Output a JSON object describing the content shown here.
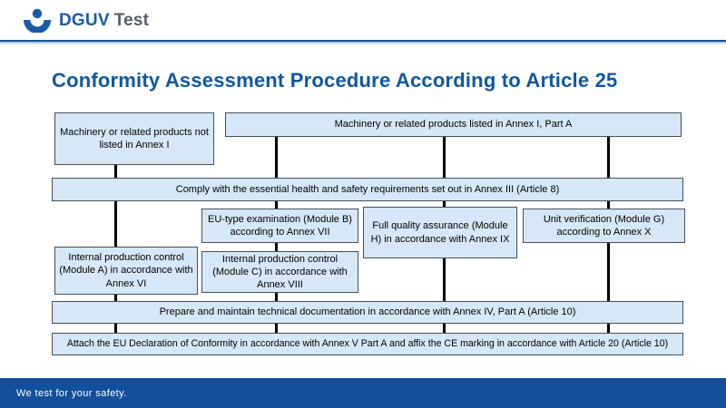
{
  "header": {
    "logo_dguv": "DGUV",
    "logo_test": "Test"
  },
  "title": "Conformity Assessment Procedure According to Article 25",
  "colors": {
    "accent_blue": "#0f57a4",
    "logo_blue": "#1a5ba6",
    "logo_gray": "#585f66",
    "box_fill": "#d6e8f7",
    "box_border": "#44505a",
    "connector_line": "#000000",
    "footer_bg": "#134f9b",
    "header_rule_dark": "#1b5390",
    "header_rule_light": "#a6cce6"
  },
  "flowchart": {
    "boxes": [
      {
        "id": "not-listed",
        "text": "Machinery or related products not listed in Annex I"
      },
      {
        "id": "listed-part-a",
        "text": "Machinery or related products listed in Annex I, Part A"
      },
      {
        "id": "comply",
        "text": "Comply with the essential health and safety requirements set out in Annex III (Article 8)"
      },
      {
        "id": "module-b",
        "text": "EU-type examination (Module B) according to Annex VII"
      },
      {
        "id": "module-h",
        "text": "Full quality assurance (Module H) in accordance with Annex IX"
      },
      {
        "id": "module-g",
        "text": "Unit verification (Module G) according to Annex X"
      },
      {
        "id": "module-a",
        "text": "Internal production control (Module A) in accordance with Annex VI"
      },
      {
        "id": "module-c",
        "text": "Internal production control (Module C) in accordance with Annex VIII"
      },
      {
        "id": "prepare",
        "text": "Prepare and maintain technical documentation in accordance with Annex IV, Part A (Article 10)"
      },
      {
        "id": "attach",
        "text": "Attach the EU Declaration of Conformity in accordance with Annex V Part A and affix the CE marking in accordance with Article 20 (Article 10)"
      }
    ]
  },
  "footer": {
    "tagline": "We test for your safety."
  }
}
